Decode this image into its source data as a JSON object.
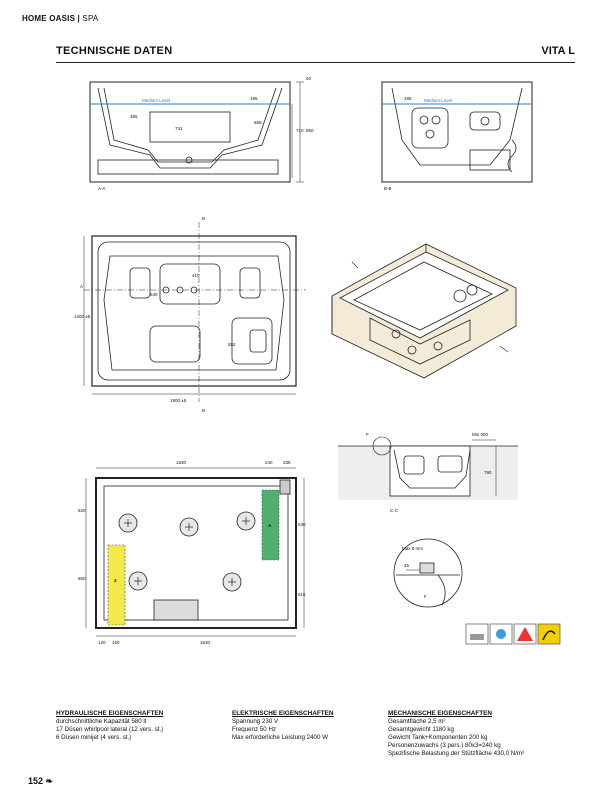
{
  "header": {
    "brand": "HOME OASIS",
    "section": "SPA"
  },
  "page": {
    "title": "TECHNISCHE DATEN",
    "model": "VITA L",
    "number": "152"
  },
  "drawings": {
    "section_aa": {
      "tag": "A-A",
      "water_label": "Medium Level",
      "dims": [
        "40",
        "355",
        "741",
        "185",
        "658",
        "710",
        "850"
      ]
    },
    "section_bb": {
      "tag": "B-B",
      "water_label": "Medium Level",
      "dims": [
        "185"
      ]
    },
    "top_view": {
      "width": "1900 ±5",
      "height": "1400 ±5",
      "inner_w": "410",
      "inner_h": "552",
      "seat": "540",
      "marker_a": "A",
      "marker_b": "B"
    },
    "section_cc": {
      "tag": "C-C",
      "min": "Min 500",
      "height": "790",
      "detail": "F"
    },
    "detail_f": {
      "tag": "F",
      "max": "Max 8 mm",
      "val": "45"
    },
    "floor_plan": {
      "dims_top": [
        "1530",
        "240",
        "335"
      ],
      "dims_left": [
        "620",
        "660"
      ],
      "dims_right": [
        "630",
        "615"
      ],
      "dims_bottom": [
        "120",
        "160",
        "1530"
      ],
      "zone3": "3",
      "zone_a": "A"
    }
  },
  "specs": [
    {
      "heading": "HYDRAULISCHE EIGENSCHAFTEN",
      "lines": [
        "durchschnittliche Kapazität 580 lt",
        "17 Düsen whirlpool lateral (12 vers. st.)",
        "6 Düsen minijet (4 vers. st.)"
      ]
    },
    {
      "heading": "ELEKTRISCHE EIGENSCHAFTEN",
      "lines": [
        "Spannung 230 V",
        "Frequenz 50 Hz",
        "Max erforderliche Leistung 2400 W"
      ]
    },
    {
      "heading": "MECHANISCHE EIGENSCHAFTEN",
      "lines": [
        "Gesamtfläche 2,5 m²",
        "Gesamtgewicht 1180 kg",
        "Gewicht Tank+Komponenten 200 kg",
        "Personenzuwachs (3 pers.) 80x3=240 kg",
        "Spezifische Belastung der Stützfläche 430,0 N/m²"
      ]
    }
  ],
  "icons": [
    "plumbing-icon",
    "electric-icon",
    "warning-icon",
    "certification-icon"
  ]
}
